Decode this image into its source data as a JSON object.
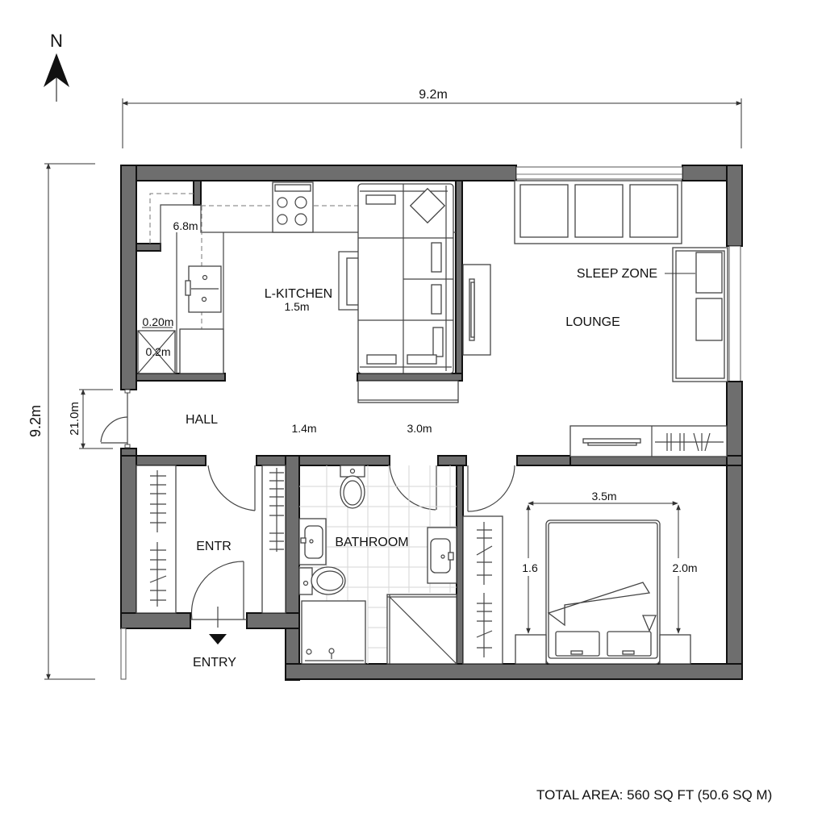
{
  "compass": {
    "label": "N",
    "icon": "north-arrow-icon"
  },
  "dimensions": {
    "overall_width": "9.2m",
    "overall_height": "9.2m",
    "entry_door_width": "21.0m",
    "kitchen_top": "6.8m",
    "kitchen_small_1": "0.20m",
    "kitchen_small_2": "0.2m",
    "kitchen_depth": "1.5m",
    "hall_1": "1.4m",
    "hall_2": "3.0m",
    "bed_width": "3.5m",
    "bed_left": "1.6",
    "bed_right": "2.0m"
  },
  "rooms": {
    "kitchen": "L-KITCHEN",
    "lounge": "LOUNGE",
    "sleep_zone": "SLEEP ZONE",
    "hall": "HALL",
    "entry_inner": "ENTR",
    "entry_inner_suffix": "R",
    "bathroom": "BATHROOM",
    "entry": "ENTRY"
  },
  "footer": {
    "total_area": "TOTAL AREA: 560 SQ FT (50.6 SQ M)"
  }
}
